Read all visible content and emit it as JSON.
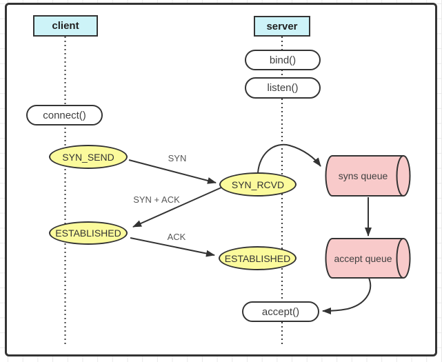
{
  "headers": {
    "client": "client",
    "server": "server"
  },
  "calls": {
    "connect": "connect()",
    "bind": "bind()",
    "listen": "listen()",
    "accept": "accept()"
  },
  "states": {
    "syn_send": "SYN_SEND",
    "syn_rcvd": "SYN_RCVD",
    "established_client": "ESTABLISHED",
    "established_server": "ESTABLISHED"
  },
  "queues": {
    "syns": "syns queue",
    "accept": "accept queue"
  },
  "edge_labels": {
    "syn": "SYN",
    "syn_ack": "SYN + ACK",
    "ack": "ACK"
  },
  "colors": {
    "header_fill": "#cdf3f8",
    "state_fill": "#fbfa9c",
    "queue_fill": "#f8caca",
    "stroke": "#333333",
    "grid_line": "#e9e9e9",
    "frame_fill": "#ffffff"
  }
}
